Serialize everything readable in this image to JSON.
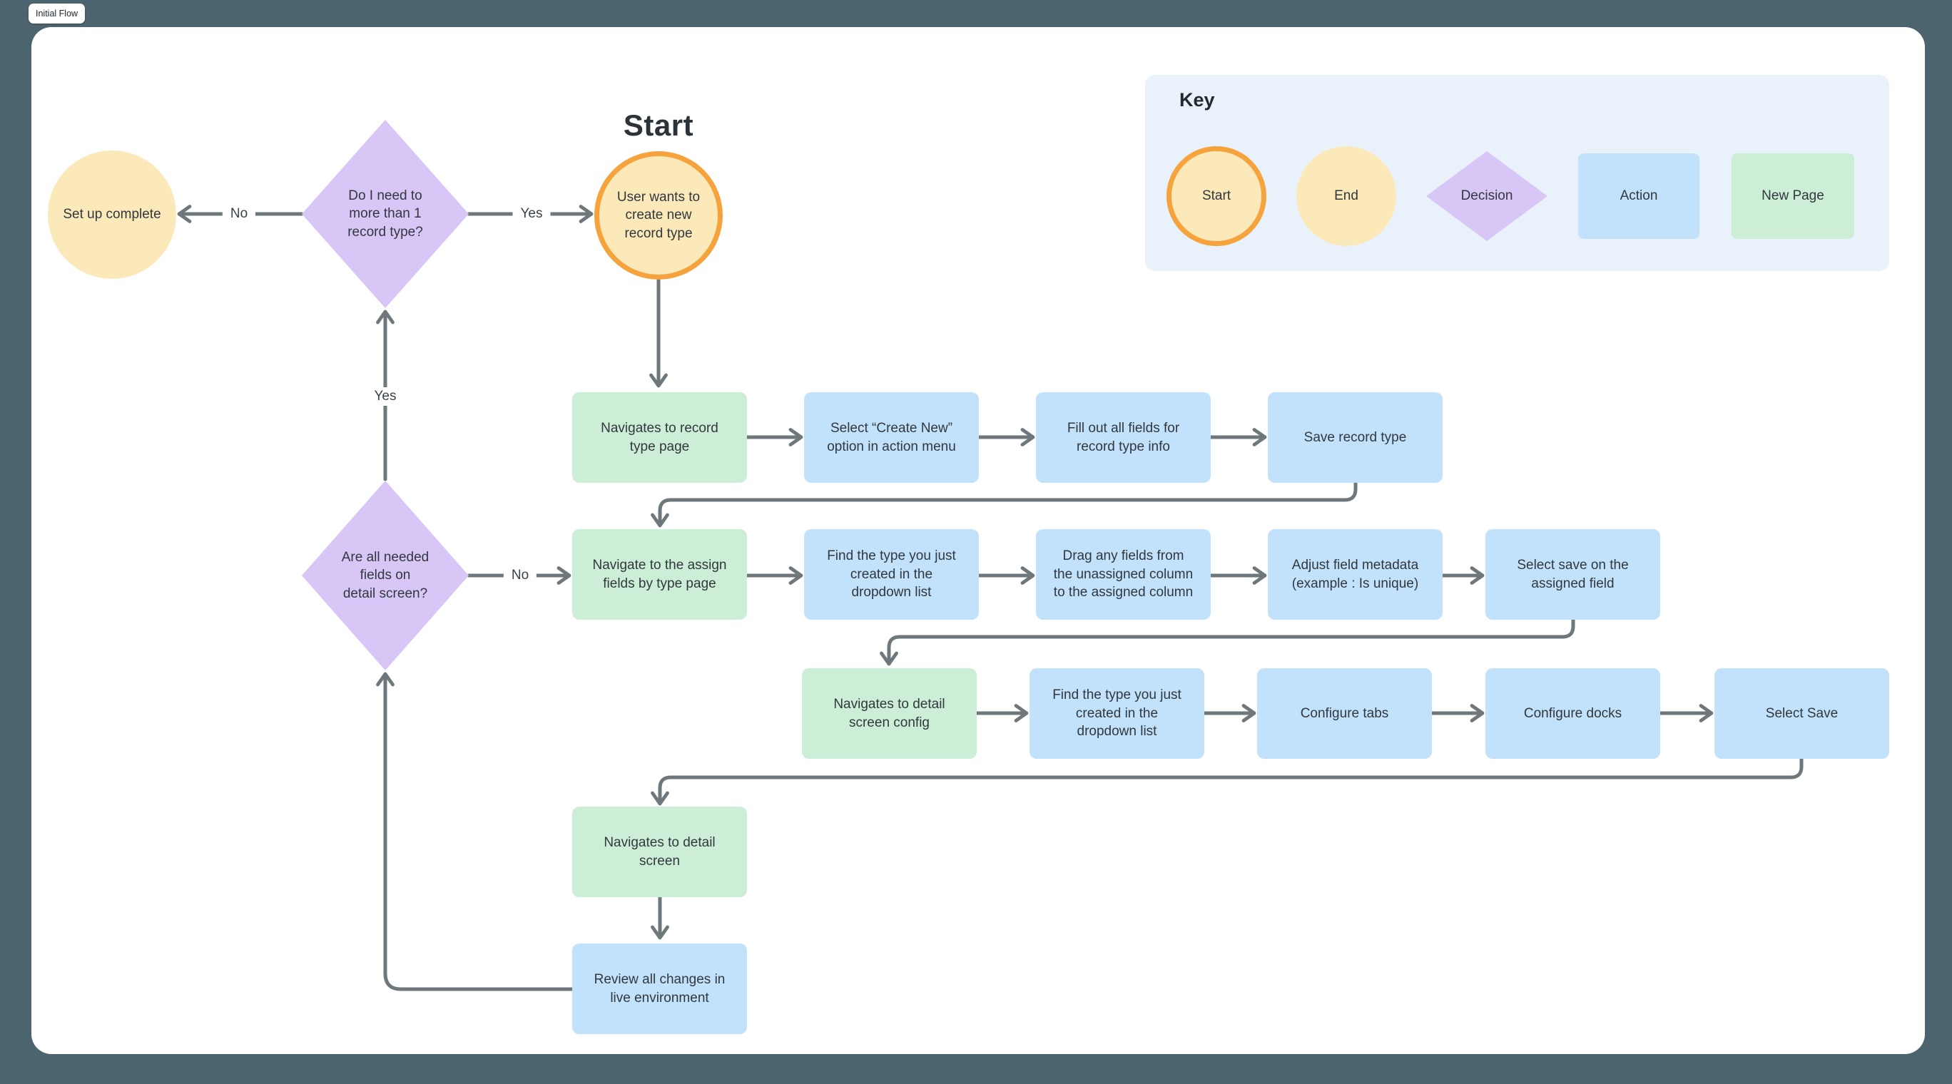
{
  "tab": {
    "label": "Initial Flow"
  },
  "flow": {
    "title": "Start",
    "start_node": "User wants to\ncreate new\nrecord type",
    "end_node": "Set up complete",
    "decision1": "Do I need to\nmore than 1\nrecord type?",
    "decision2": "Are all needed\nfields on\ndetail screen?",
    "edge_labels": {
      "decision1_no": "No",
      "decision1_yes": "Yes",
      "decision2_yes": "Yes",
      "decision2_no": "No"
    },
    "row1": [
      "Navigates to record type page",
      "Select “Create New” option in action menu",
      "Fill out all fields for record type info",
      "Save record type"
    ],
    "row2": [
      "Navigate to the assign fields by type page",
      "Find the type you just created in the dropdown list",
      "Drag any fields from the unassigned column to the assigned column",
      "Adjust field metadata (example : Is unique)",
      "Select save on the assigned field"
    ],
    "row3": [
      "Navigates to detail screen config",
      "Find the type you just created in the dropdown list",
      "Configure tabs",
      "Configure docks",
      "Select Save"
    ],
    "row4": [
      "Navigates to detail screen"
    ],
    "row5": [
      "Review all changes in live environment"
    ]
  },
  "key": {
    "title": "Key",
    "items": [
      {
        "label": "Start",
        "type": "start"
      },
      {
        "label": "End",
        "type": "end"
      },
      {
        "label": "Decision",
        "type": "decision"
      },
      {
        "label": "Action",
        "type": "action"
      },
      {
        "label": "New Page",
        "type": "new_page"
      }
    ]
  },
  "colors": {
    "background": "#4c646e",
    "canvas": "#ffffff",
    "start_border": "#f6a33e",
    "start_end_fill": "#fce9ba",
    "decision_fill": "#d8c6f6",
    "action_fill": "#c2e2fb",
    "new_page_fill": "#cdeed6",
    "key_panel_fill": "#e9f2fa",
    "connector": "#6e787c",
    "text": "#30383e"
  }
}
